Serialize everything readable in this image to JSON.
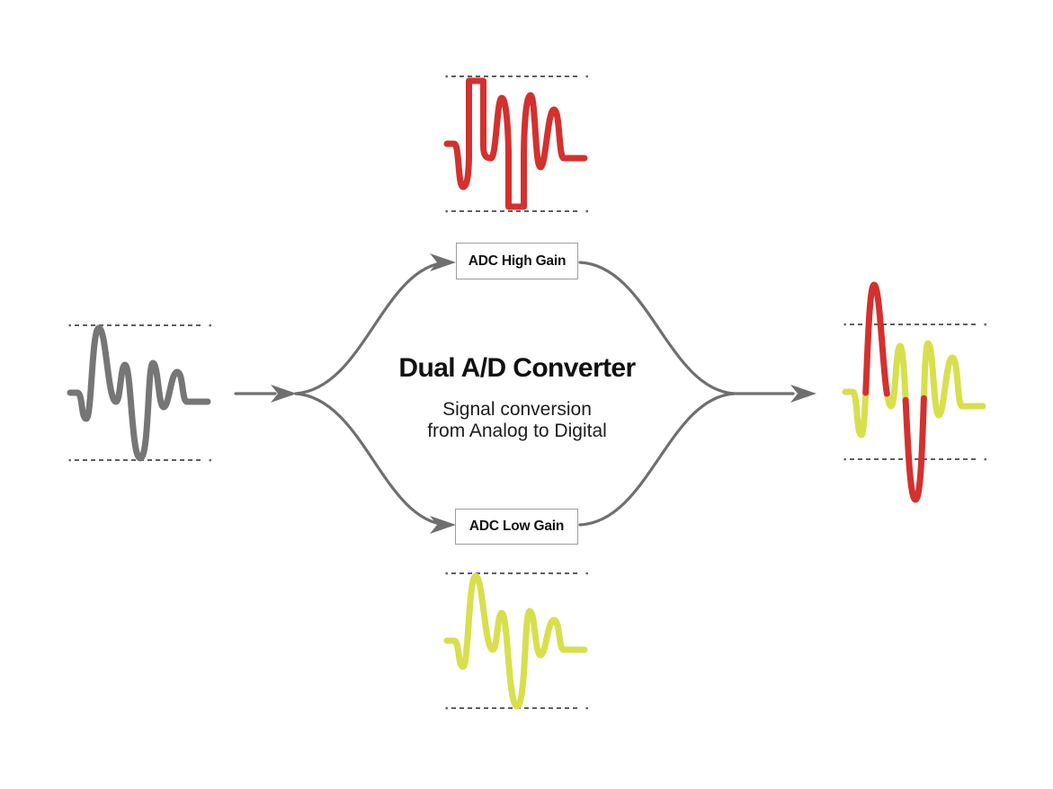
{
  "diagram": {
    "title": "Dual A/D Converter",
    "subtitle": [
      "Signal conversion",
      "from Analog to Digital"
    ]
  },
  "nodes": {
    "adc_high_gain_label": "ADC High Gain",
    "adc_low_gain_label": "ADC Low Gain"
  },
  "colors": {
    "signal_gray": "#767676",
    "signal_red": "#d3312e",
    "signal_yellow": "#d7e04c",
    "arrow": "#6f6f6f",
    "dash": "#5f5f5f",
    "box_border": "#9c9c9c",
    "text": "#111111"
  }
}
